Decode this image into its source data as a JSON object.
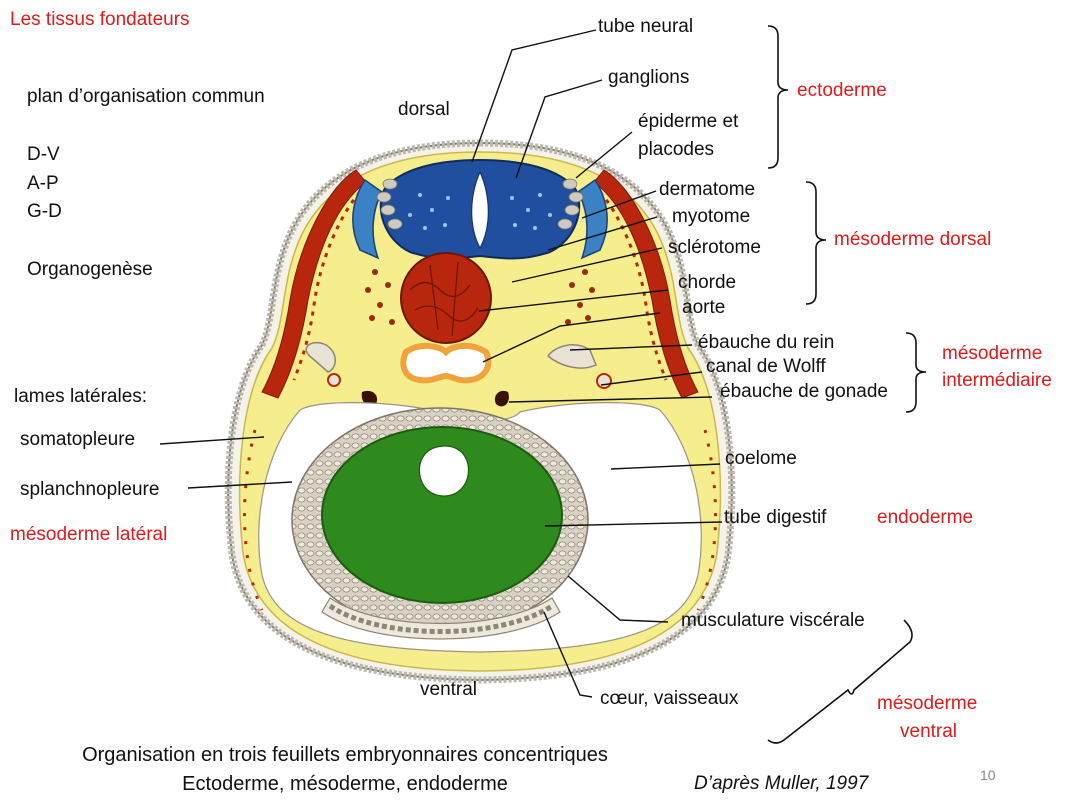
{
  "slide": {
    "title": "Les tissus fondateurs",
    "page_number": "10",
    "caption_line1": "Organisation en trois feuillets embryonnaires concentriques",
    "caption_line2": "Ectoderme, mésoderme, endoderme",
    "source": "D’après Muller, 1997"
  },
  "left_notes": {
    "plan": "plan d’organisation commun",
    "axis_dv": "D-V",
    "axis_ap": "A-P",
    "axis_gd": "G-D",
    "organogenese": "Organogenèse",
    "lames": "lames latérales:",
    "somatopleure": "somatopleure",
    "splanchnopleure": "splanchnopleure",
    "mesoderme_lateral": "mésoderme latéral"
  },
  "orientation": {
    "dorsal": "dorsal",
    "ventral": "ventral"
  },
  "labels": {
    "tube_neural": "tube neural",
    "ganglions": "ganglions",
    "epiderme_1": "épiderme et",
    "epiderme_2": "placodes",
    "dermatome": "dermatome",
    "myotome": "myotome",
    "sclerotome": "sclérotome",
    "chorde": "chorde",
    "aorte": "aorte",
    "ebauche_rein": "ébauche du rein",
    "canal_wolff": "canal de Wolff",
    "ebauche_gonade": "ébauche de gonade",
    "coelome": "coelome",
    "tube_digestif": "tube digestif",
    "musculature": "musculature viscérale",
    "coeur": "cœur, vaisseaux"
  },
  "groups": {
    "ectoderme": "ectoderme",
    "mesoderme_dorsal": "mésoderme dorsal",
    "mesoderme_intermediaire_1": "mésoderme",
    "mesoderme_intermediaire_2": "intermédiaire",
    "endoderme": "endoderme",
    "mesoderme_ventral_1": "mésoderme",
    "mesoderme_ventral_2": "ventral"
  },
  "colors": {
    "highlight_red": "#e0191b",
    "mesoderm_yellow": "#f6ee8c",
    "endoderm_green": "#2e8a1c",
    "neural_blue": "#1f4f9e",
    "somite_red": "#b8260e"
  }
}
